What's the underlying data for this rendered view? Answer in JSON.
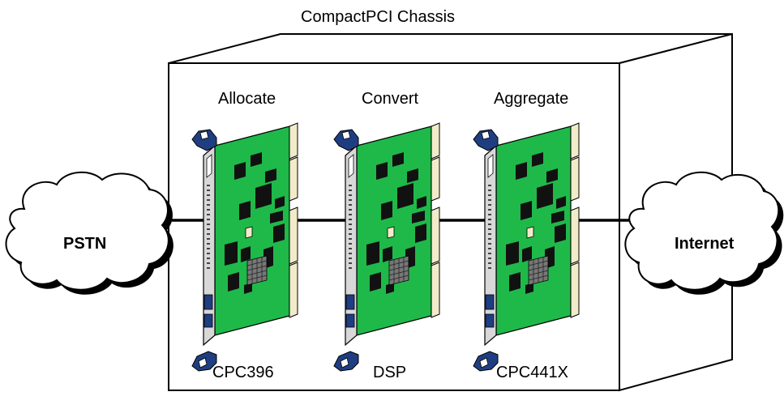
{
  "diagram": {
    "chassis_label": "CompactPCI Chassis",
    "functions": [
      "Allocate",
      "Convert",
      "Aggregate"
    ],
    "boards": [
      "CPC396",
      "DSP",
      "CPC441X"
    ],
    "clouds": {
      "left": "PSTN",
      "right": "Internet"
    }
  },
  "colors": {
    "pcb_green": "#1fb94a",
    "chip_black": "#111111",
    "handle_blue": "#1f3e82",
    "panel_gray": "#d8d8d8",
    "connector_cream": "#f2ebc9"
  }
}
